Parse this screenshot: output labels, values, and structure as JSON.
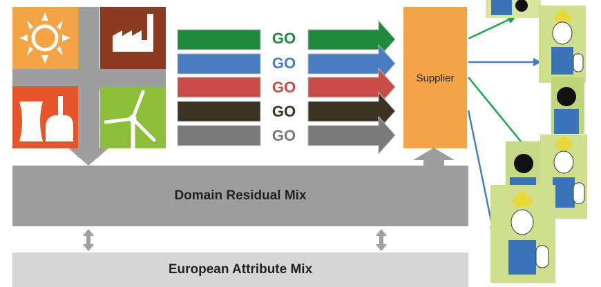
{
  "labels": {
    "go": [
      "GO",
      "GO",
      "GO",
      "GO",
      "GO"
    ],
    "supplier": "Supplier",
    "domain_residual_mix": "Domain Residual Mix",
    "european_attribute_mix": "European Attribute Mix"
  },
  "colors": {
    "solar_tile": "#f5a445",
    "factory_tile": "#8b3a22",
    "nuclear_tile": "#e8542a",
    "wind_tile": "#8cbe3a",
    "go_green": "#1f8a3e",
    "go_blue": "#4a7cc2",
    "go_red": "#c84c48",
    "go_dark": "#3b3422",
    "go_gray": "#7a7a7a",
    "supplier": "#f5a445",
    "residual_mix": "#9e9e9e",
    "attribute_mix": "#d6d6d6"
  },
  "icons": [
    "sun-icon",
    "factory-icon",
    "nuclear-plant-icon",
    "wind-turbine-icon",
    "consumer-plug-icon"
  ]
}
